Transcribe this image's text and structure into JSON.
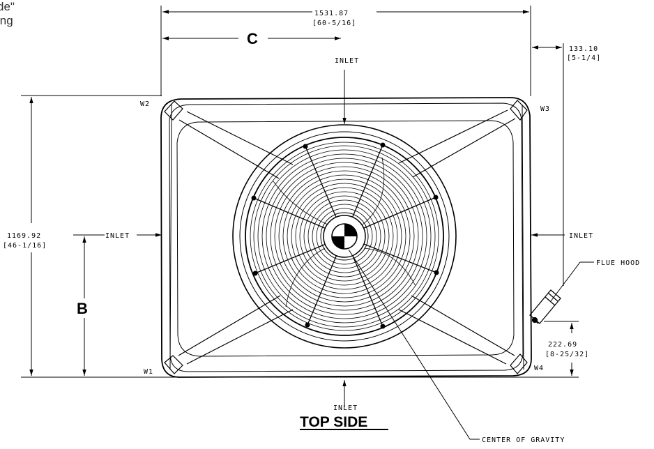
{
  "fragment": {
    "line1": "de\"",
    "line2": "ing"
  },
  "dims": {
    "overall_width": "1531.87",
    "overall_width_in": "[60-5/16]",
    "overall_height": "1169.92",
    "overall_height_in": "[46-1/16]",
    "offset_right": "133.10",
    "offset_right_in": "[5-1/4]",
    "flue_height": "222.69",
    "flue_height_in": "[8-25/32]"
  },
  "letters": {
    "c": "C",
    "b": "B"
  },
  "labels": {
    "inlet_top": "INLET",
    "inlet_left": "INLET",
    "inlet_right": "INLET",
    "inlet_bottom": "INLET",
    "flue_hood": "FLUE HOOD",
    "center_of_gravity": "CENTER OF GRAVITY",
    "view_title": "TOP SIDE"
  },
  "corners": {
    "w1": "W1",
    "w2": "W2",
    "w3": "W3",
    "w4": "W4"
  }
}
